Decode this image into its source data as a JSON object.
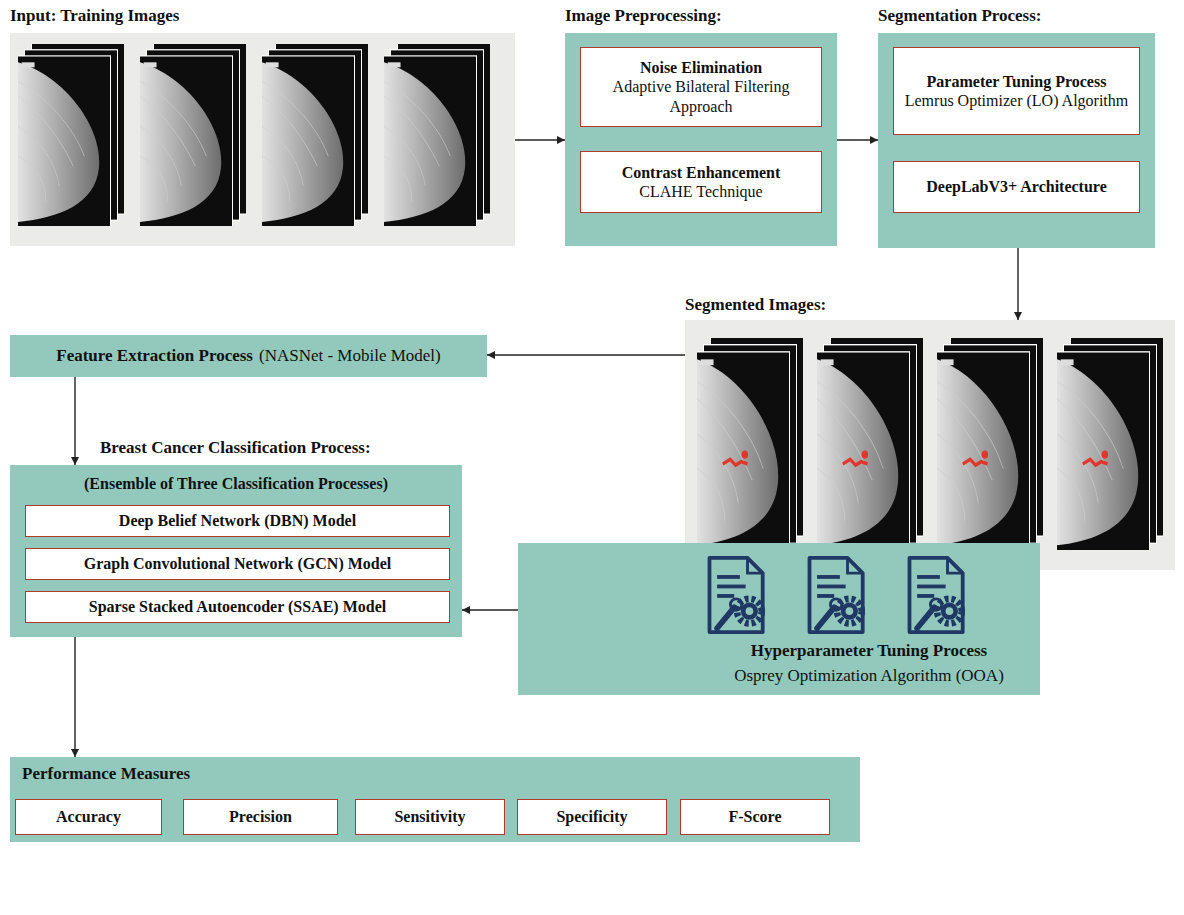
{
  "diagram": {
    "nodes": [
      {
        "text": [
          "Input: Training Images"
        ]
      },
      {
        "text": [
          "Image Preprocessing:"
        ]
      },
      {
        "text": [
          "Noise Elimination",
          "Adaptive Bilateral Filtering Approach"
        ],
        "in": 1
      },
      {
        "text": [
          "Contrast Enhancement",
          "CLAHE Technique"
        ],
        "in": 1
      },
      {
        "text": [
          "Segmentation Process:"
        ]
      },
      {
        "text": [
          "Parameter Tuning Process",
          "Lemrus Optimizer (LO) Algorithm"
        ],
        "in": 4
      },
      {
        "text": [
          "DeepLabV3+ Architecture"
        ],
        "in": 4
      },
      {
        "text": [
          "Segmented Images:"
        ]
      },
      {
        "text": [
          "Feature Extraction Process",
          "(NASNet - Mobile Model)"
        ]
      },
      {
        "text": [
          "Breast Cancer Classification Process:",
          "(Ensemble of Three Classification Processes)"
        ]
      },
      {
        "text": [
          "Deep Belief Network (DBN) Model"
        ],
        "in": 9
      },
      {
        "text": [
          "Graph Convolutional Network (GCN) Model"
        ],
        "in": 9
      },
      {
        "text": [
          "Sparse Stacked Autoencoder (SSAE) Model"
        ],
        "in": 9
      },
      {
        "text": [
          "Hyperparameter Tuning Process",
          "Osprey Optimization Algorithm (OOA)"
        ]
      },
      {
        "text": [
          "Performance Measures"
        ]
      },
      {
        "text": [
          "Accuracy"
        ],
        "in": 14
      },
      {
        "text": [
          "Precision"
        ],
        "in": 14
      },
      {
        "text": [
          "Sensitivity"
        ],
        "in": 14
      },
      {
        "text": [
          "Specificity"
        ],
        "in": 14
      },
      {
        "text": [
          "F-Score"
        ],
        "in": 14
      }
    ],
    "edges": [
      {
        "from": 0,
        "to": 1,
        "arrow": "to"
      },
      {
        "from": 1,
        "to": 4,
        "arrow": "to"
      },
      {
        "from": 5,
        "to": 6,
        "arrow": "to"
      },
      {
        "from": 4,
        "to": 7,
        "arrow": "to"
      },
      {
        "from": 7,
        "to": 8,
        "arrow": "to"
      },
      {
        "from": 8,
        "to": 9,
        "arrow": "to"
      },
      {
        "from": 13,
        "to": 9,
        "arrow": "to"
      },
      {
        "from": 9,
        "to": 14,
        "arrow": "to"
      }
    ]
  }
}
